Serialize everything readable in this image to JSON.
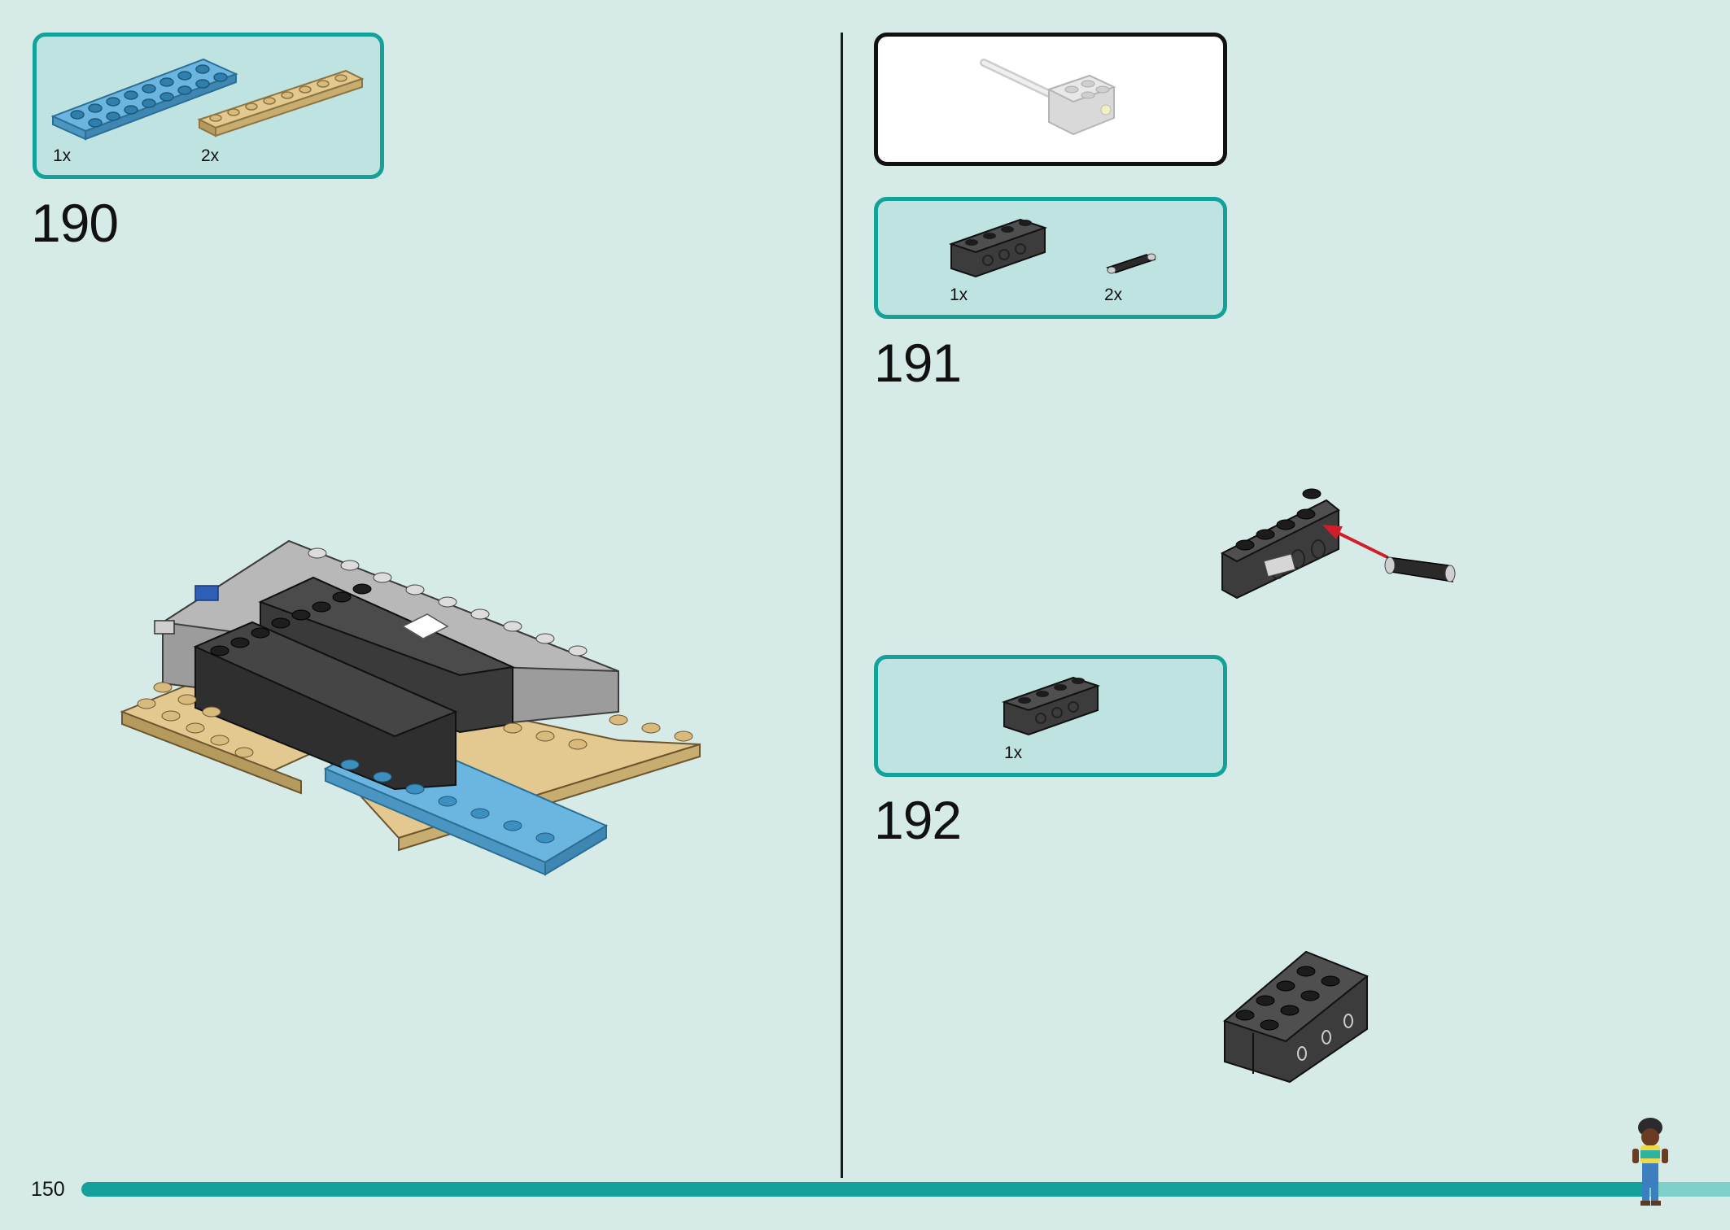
{
  "page": {
    "number": "150"
  },
  "colors": {
    "background": "#d6ebe8",
    "box_fill": "#bfe3e1",
    "box_border": "#14a19a",
    "progress": "#14a19a"
  },
  "steps": [
    {
      "number": "190",
      "parts": [
        {
          "qty": "1x",
          "part": "blue-plate-2x8"
        },
        {
          "qty": "2x",
          "part": "tan-plate-1x8"
        }
      ]
    },
    {
      "number": "191",
      "sub_assembly_callout": true,
      "parts": [
        {
          "qty": "1x",
          "part": "dark-grey-technic-brick-1x4"
        },
        {
          "qty": "2x",
          "part": "black-technic-pin"
        }
      ]
    },
    {
      "number": "192",
      "parts": [
        {
          "qty": "1x",
          "part": "dark-grey-technic-brick-1x4"
        }
      ]
    }
  ]
}
